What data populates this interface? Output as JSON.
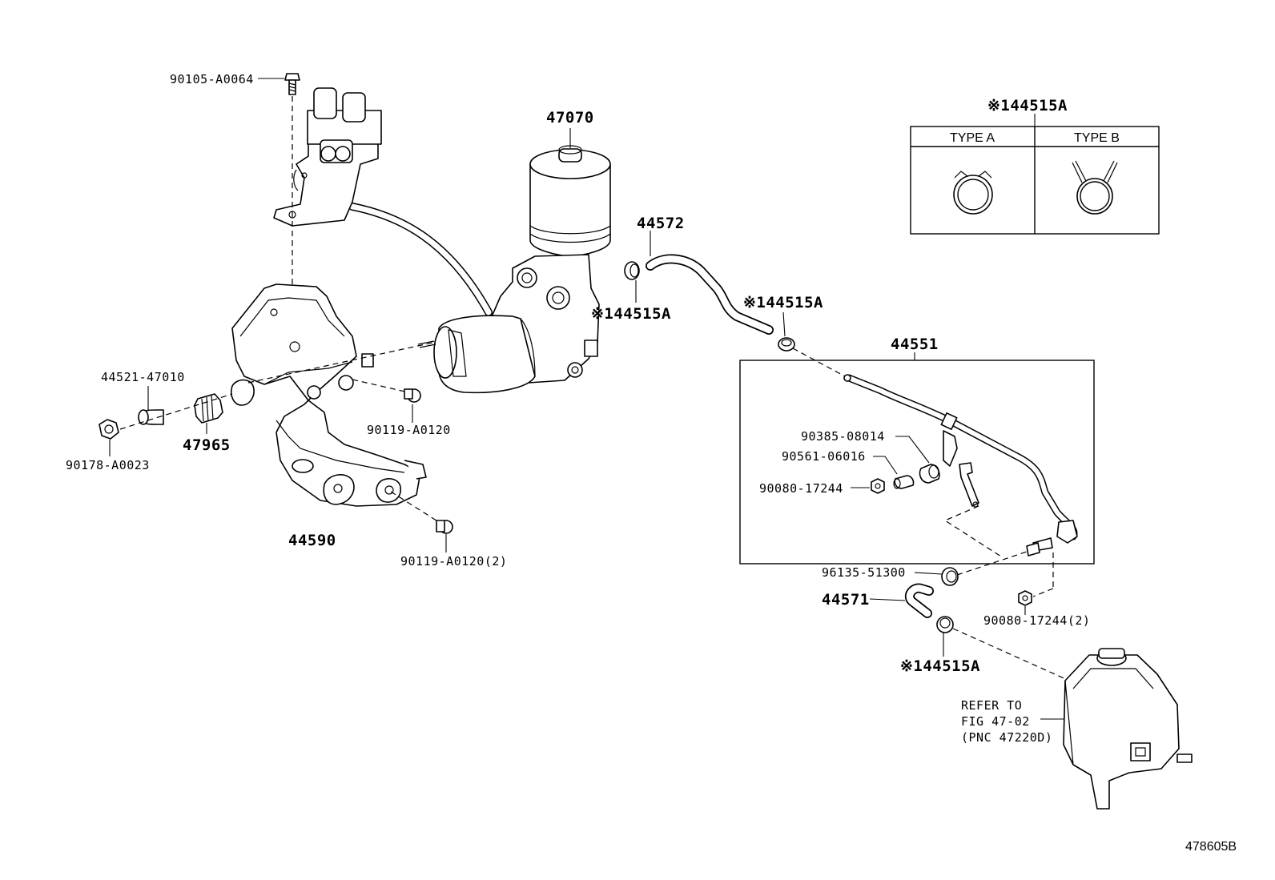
{
  "labels": {
    "p90105": "90105-A0064",
    "p47070": "47070",
    "p44572": "44572",
    "clip_pump": "※144515A",
    "clip_hose_top": "※144515A",
    "clip_legend": "※144515A",
    "clip_bottom": "※144515A",
    "p44551": "44551",
    "p44521": "44521-47010",
    "p47965": "47965",
    "p90178": "90178-A0023",
    "p90119_a": "90119-A0120",
    "p90119_b": "90119-A0120(2)",
    "p44590": "44590",
    "p90385": "90385-08014",
    "p90561": "90561-06016",
    "p90080_a": "90080-17244",
    "p96135": "96135-51300",
    "p44571": "44571",
    "p90080_b": "90080-17244(2)",
    "refer_line1": "REFER TO",
    "refer_line2": "FIG 47-02",
    "refer_line3": "(PNC 47220D)",
    "figure_id": "478605B"
  },
  "legend": {
    "type_a": "TYPE A",
    "type_b": "TYPE B"
  }
}
